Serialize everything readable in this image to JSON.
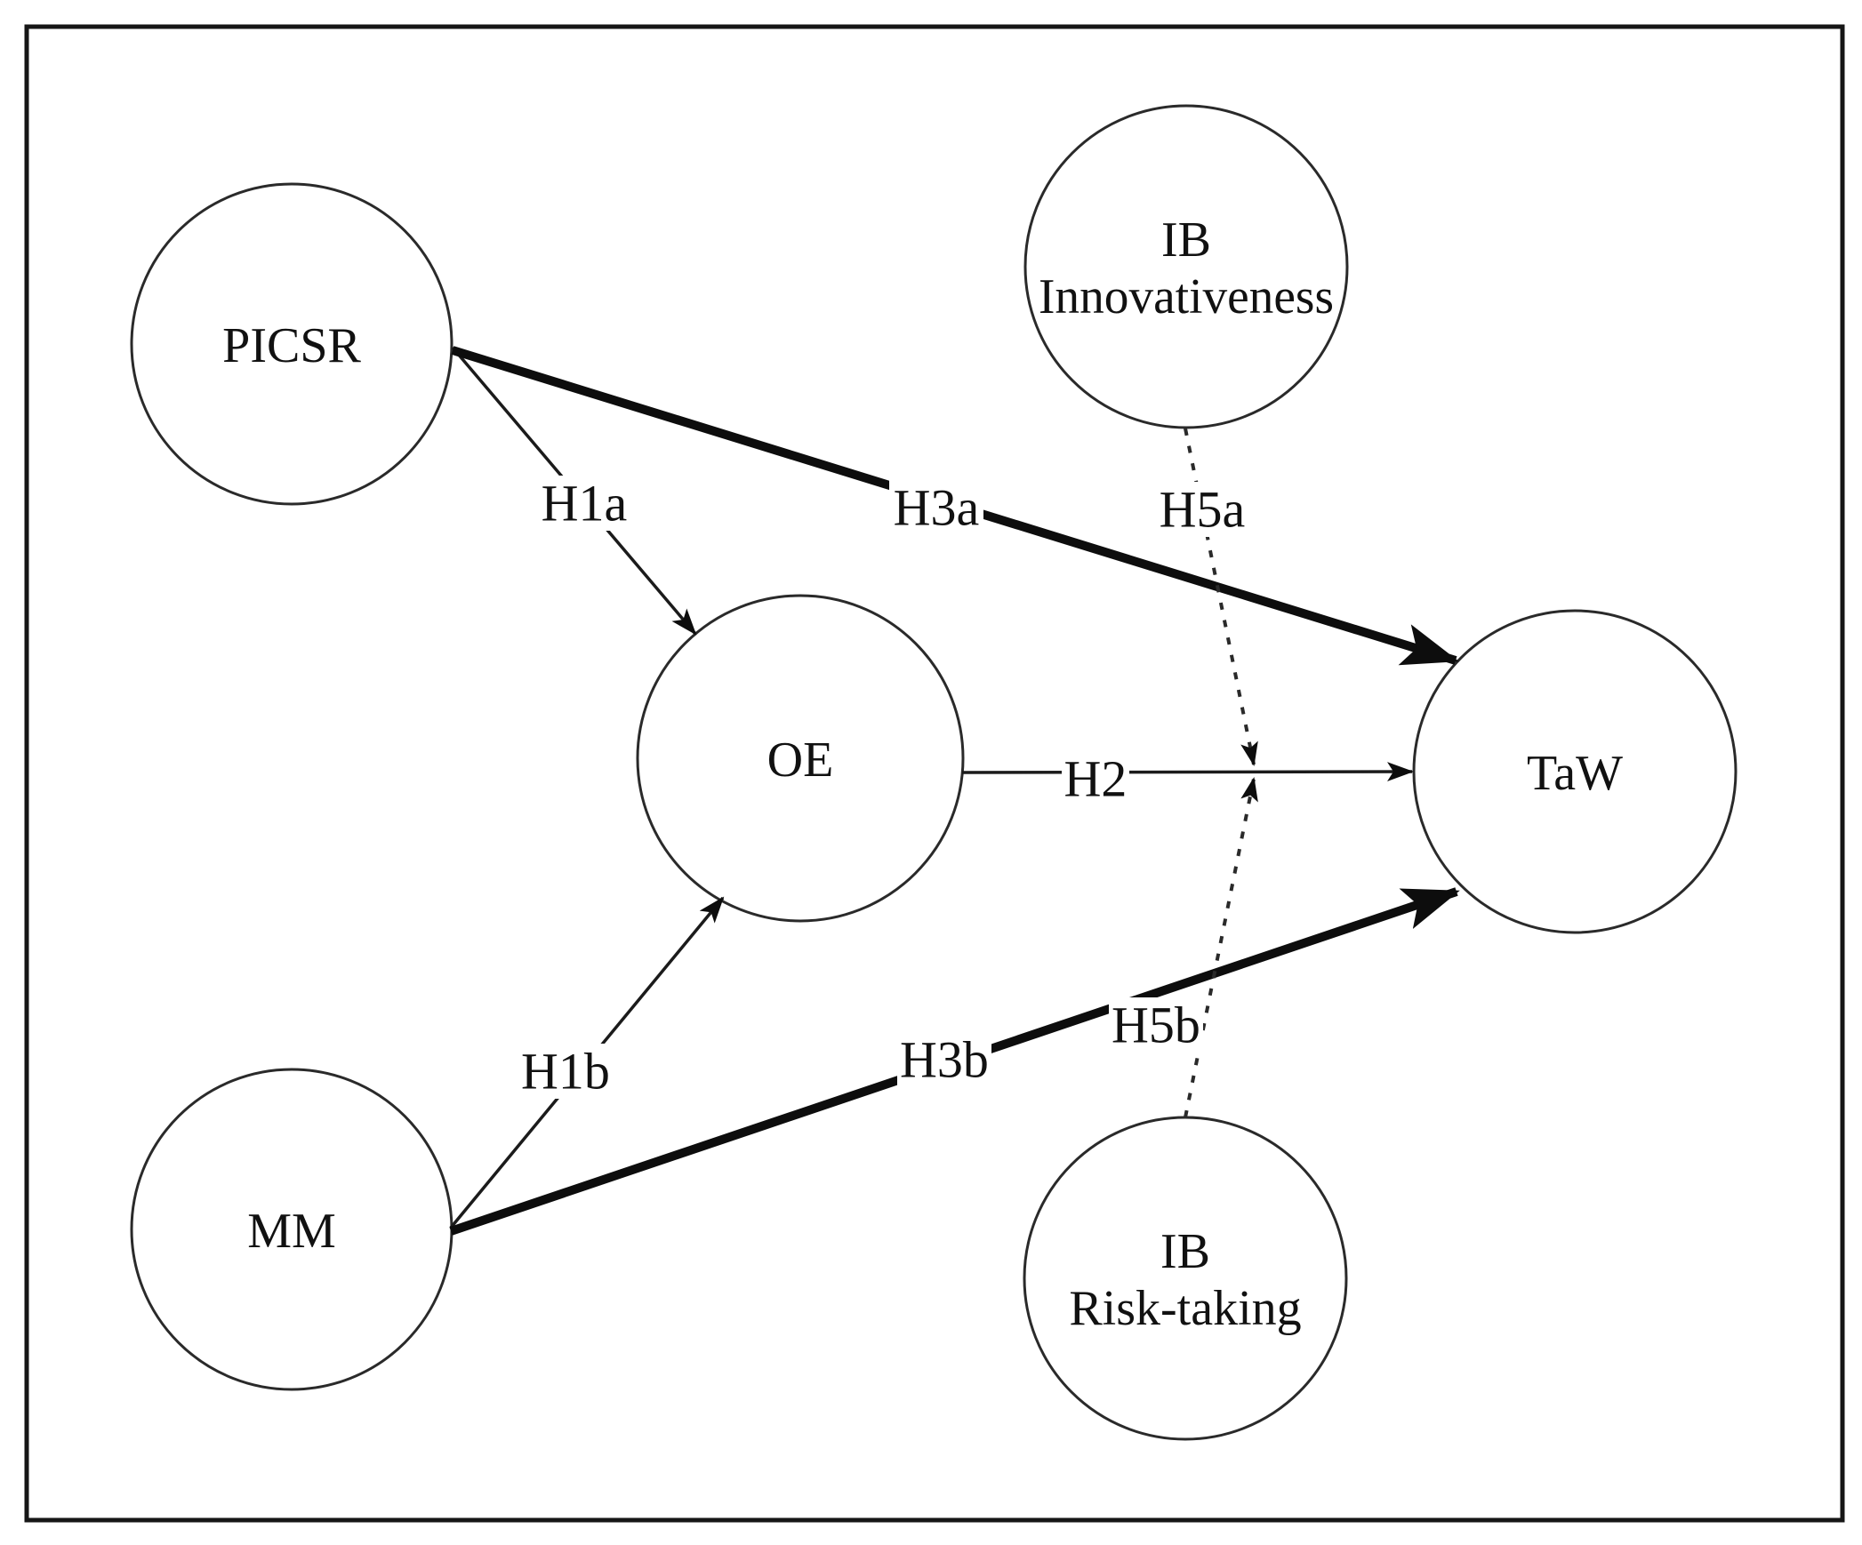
{
  "figure": {
    "type": "conceptual-model-diagram",
    "colors": {
      "background": "#ffffff",
      "stroke": "#1b1b1b"
    },
    "nodes": [
      {
        "id": "picsr",
        "lines": [
          "PICSR"
        ]
      },
      {
        "id": "mm",
        "lines": [
          "MM"
        ]
      },
      {
        "id": "oe",
        "lines": [
          "OE"
        ]
      },
      {
        "id": "taw",
        "lines": [
          "TaW"
        ]
      },
      {
        "id": "ib_innovativeness",
        "lines": [
          "IB",
          "Innovativeness"
        ]
      },
      {
        "id": "ib_risk_taking",
        "lines": [
          "IB",
          "Risk-taking"
        ]
      }
    ],
    "edges": [
      {
        "id": "h1a",
        "label": "H1a",
        "from": "picsr",
        "to": "oe",
        "style": "thin",
        "role": "direct"
      },
      {
        "id": "h1b",
        "label": "H1b",
        "from": "mm",
        "to": "oe",
        "style": "thin",
        "role": "direct"
      },
      {
        "id": "h3a",
        "label": "H3a",
        "from": "picsr",
        "to": "taw",
        "style": "thick",
        "role": "direct"
      },
      {
        "id": "h3b",
        "label": "H3b",
        "from": "mm",
        "to": "taw",
        "style": "thick",
        "role": "direct"
      },
      {
        "id": "h2",
        "label": "H2",
        "from": "oe",
        "to": "taw",
        "style": "thin",
        "role": "direct"
      },
      {
        "id": "h5a",
        "label": "H5a",
        "from": "ib_innovativeness",
        "to": "h2",
        "style": "dashed",
        "role": "moderation"
      },
      {
        "id": "h5b",
        "label": "H5b",
        "from": "ib_risk_taking",
        "to": "h2",
        "style": "dashed",
        "role": "moderation"
      }
    ]
  }
}
